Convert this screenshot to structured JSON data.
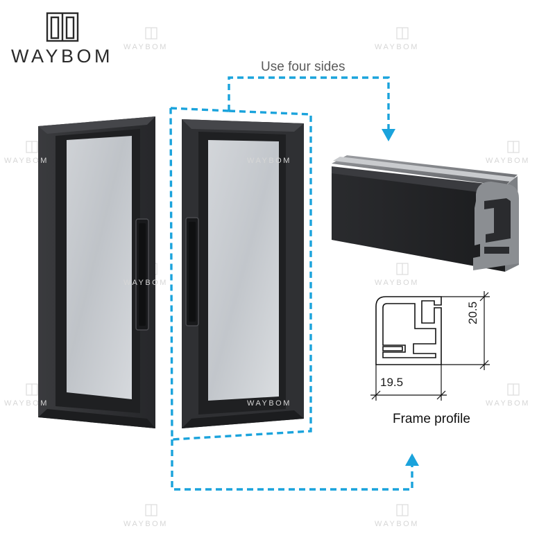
{
  "brand": {
    "name": "WAYBOM",
    "watermark_text": "WAYBOM",
    "logo_icon": "double-door-icon"
  },
  "annotation": {
    "note": "Use four sides",
    "arrow_color": "#1aa3dc"
  },
  "profile": {
    "width_label": "19.5",
    "height_label": "20.5",
    "caption": "Frame profile"
  },
  "colors": {
    "frame": "#2b2c2f",
    "glass": "#c9ccd1",
    "accent": "#1aa3dc"
  }
}
